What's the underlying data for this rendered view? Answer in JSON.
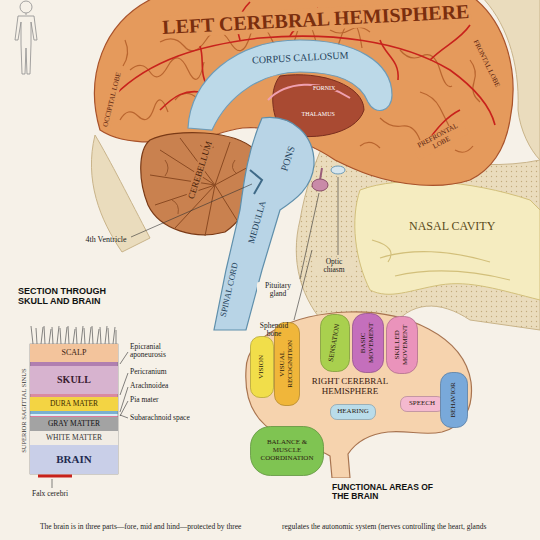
{
  "diagram": {
    "nodes": [
      {
        "text": [
          "SCALP"
        ]
      },
      {
        "text": [
          "SKULL"
        ]
      },
      {
        "text": [
          "DURA MATER"
        ]
      },
      {
        "text": [
          "GRAY MATTER"
        ]
      },
      {
        "text": [
          "WHITE MATTER"
        ]
      },
      {
        "text": [
          "BRAIN"
        ]
      },
      {
        "text": [
          "RIGHT CEREBRAL HEMISPHERE"
        ]
      },
      {
        "text": [
          "VISION"
        ],
        "in": 6
      },
      {
        "text": [
          "VISUAL RECOGNITION"
        ],
        "in": 6
      },
      {
        "text": [
          "SENSATION"
        ],
        "in": 6
      },
      {
        "text": [
          "BASIC MOVEMENT"
        ],
        "in": 6
      },
      {
        "text": [
          "SKILLED MOVEMENT"
        ],
        "in": 6
      },
      {
        "text": [
          "SPEECH"
        ],
        "in": 6
      },
      {
        "text": [
          "HEARING"
        ],
        "in": 6
      },
      {
        "text": [
          "BEHAVIOR"
        ],
        "in": 6
      },
      {
        "text": [
          "BALANCE & MUSCLE COORDINATION"
        ],
        "in": 6
      }
    ],
    "labels": [
      "LEFT CEREBRAL HEMISPHERE",
      "FRONTAL LOBE",
      "OCCIPITAL LOBE",
      "PREFRONTAL LOBE",
      "CORPUS CALLOSUM",
      "FORNIX",
      "THALAMUS",
      "CEREBELLUM",
      "PONS",
      "MEDULLA",
      "SPINAL CORD",
      "NASAL CAVITY",
      "4th Ventricle",
      "Pituitary gland",
      "Optic chiasm",
      "Sphenoid bone",
      "Epicranial aponeurosis",
      "Pericranium",
      "Arachnoidea",
      "Pia mater",
      "Subarachnoid space",
      "SUPERIOR SAGITTAL SINUS",
      "Falx cerebri",
      "SECTION THROUGH SKULL AND BRAIN",
      "FUNCTIONAL AREAS OF THE BRAIN",
      "The brain is in three parts—fore, mid and hind—protected by three",
      "regulates the autonomic system (nerves controlling the heart, glands"
    ]
  }
}
